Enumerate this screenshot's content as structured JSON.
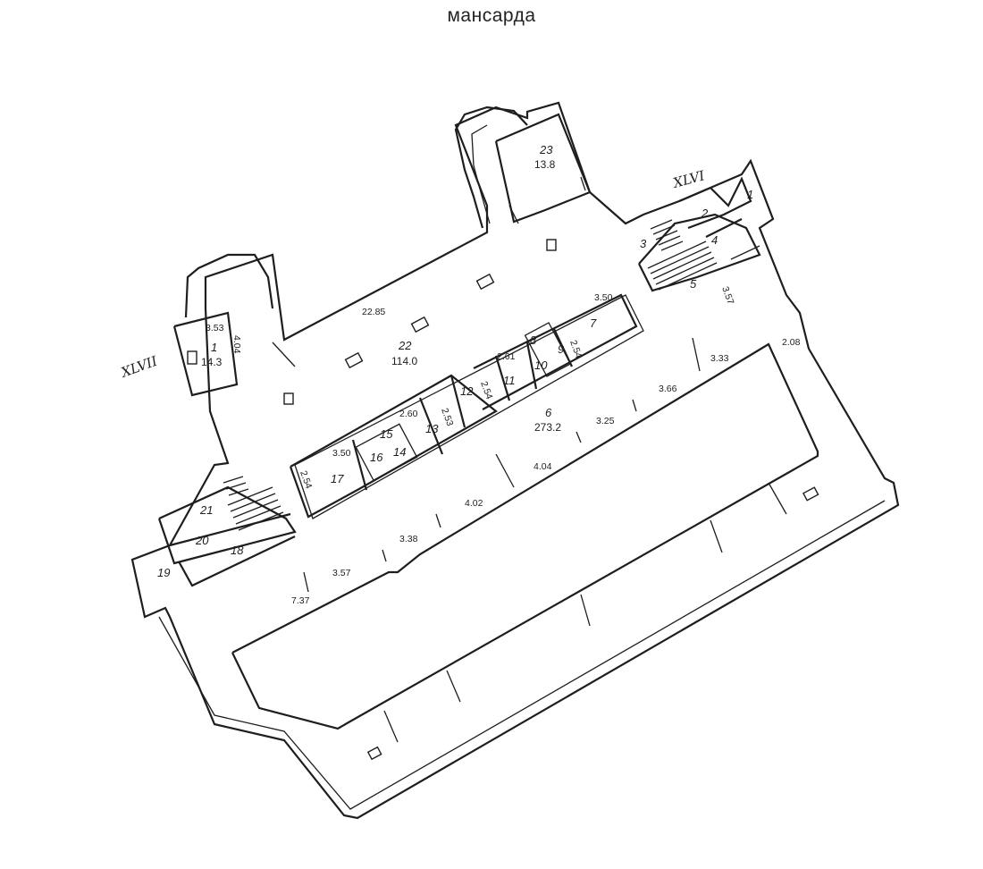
{
  "title": "мансарда",
  "sections": [
    {
      "id": "s47",
      "text": "XLVII"
    },
    {
      "id": "s46",
      "text": "XLVI"
    }
  ],
  "rooms": [
    {
      "id": "r1",
      "num": "1",
      "area": ""
    },
    {
      "id": "r2",
      "num": "2",
      "area": ""
    },
    {
      "id": "r3",
      "num": "3",
      "area": ""
    },
    {
      "id": "r4",
      "num": "4",
      "area": ""
    },
    {
      "id": "r5",
      "num": "5",
      "area": ""
    },
    {
      "id": "r6",
      "num": "6",
      "area": "273.2"
    },
    {
      "id": "r7",
      "num": "7",
      "area": ""
    },
    {
      "id": "r8",
      "num": "8",
      "area": ""
    },
    {
      "id": "r9",
      "num": "9",
      "area": ""
    },
    {
      "id": "r10",
      "num": "10",
      "area": ""
    },
    {
      "id": "r11",
      "num": "11",
      "area": ""
    },
    {
      "id": "r12",
      "num": "12",
      "area": ""
    },
    {
      "id": "r13",
      "num": "13",
      "area": ""
    },
    {
      "id": "r14",
      "num": "14",
      "area": ""
    },
    {
      "id": "r15",
      "num": "15",
      "area": ""
    },
    {
      "id": "r16",
      "num": "16",
      "area": ""
    },
    {
      "id": "r17",
      "num": "17",
      "area": ""
    },
    {
      "id": "r18",
      "num": "18",
      "area": ""
    },
    {
      "id": "r19",
      "num": "19",
      "area": ""
    },
    {
      "id": "r20",
      "num": "20",
      "area": ""
    },
    {
      "id": "r21",
      "num": "21",
      "area": ""
    },
    {
      "id": "r22",
      "num": "22",
      "area": "114.0"
    },
    {
      "id": "r23",
      "num": "23",
      "area": "13.8"
    },
    {
      "id": "rL1",
      "num": "1",
      "area": "14.3"
    }
  ],
  "dimensions": [
    {
      "id": "d1",
      "text": "22.85"
    },
    {
      "id": "d2",
      "text": "3.53"
    },
    {
      "id": "d3",
      "text": "4.04"
    },
    {
      "id": "d4",
      "text": "3.50"
    },
    {
      "id": "d5",
      "text": "3.57"
    },
    {
      "id": "d6",
      "text": "2.61"
    },
    {
      "id": "d7",
      "text": "2.54"
    },
    {
      "id": "d8",
      "text": "2.54"
    },
    {
      "id": "d9",
      "text": "2.60"
    },
    {
      "id": "d10",
      "text": "2.53"
    },
    {
      "id": "d11",
      "text": "3.50"
    },
    {
      "id": "d12",
      "text": "2.54"
    },
    {
      "id": "d13",
      "text": "3.33"
    },
    {
      "id": "d14",
      "text": "2.08"
    },
    {
      "id": "d15",
      "text": "3.66"
    },
    {
      "id": "d16",
      "text": "3.25"
    },
    {
      "id": "d17",
      "text": "4.04"
    },
    {
      "id": "d18",
      "text": "4.02"
    },
    {
      "id": "d19",
      "text": "3.38"
    },
    {
      "id": "d20",
      "text": "3.57"
    },
    {
      "id": "d21",
      "text": "7.37"
    }
  ]
}
